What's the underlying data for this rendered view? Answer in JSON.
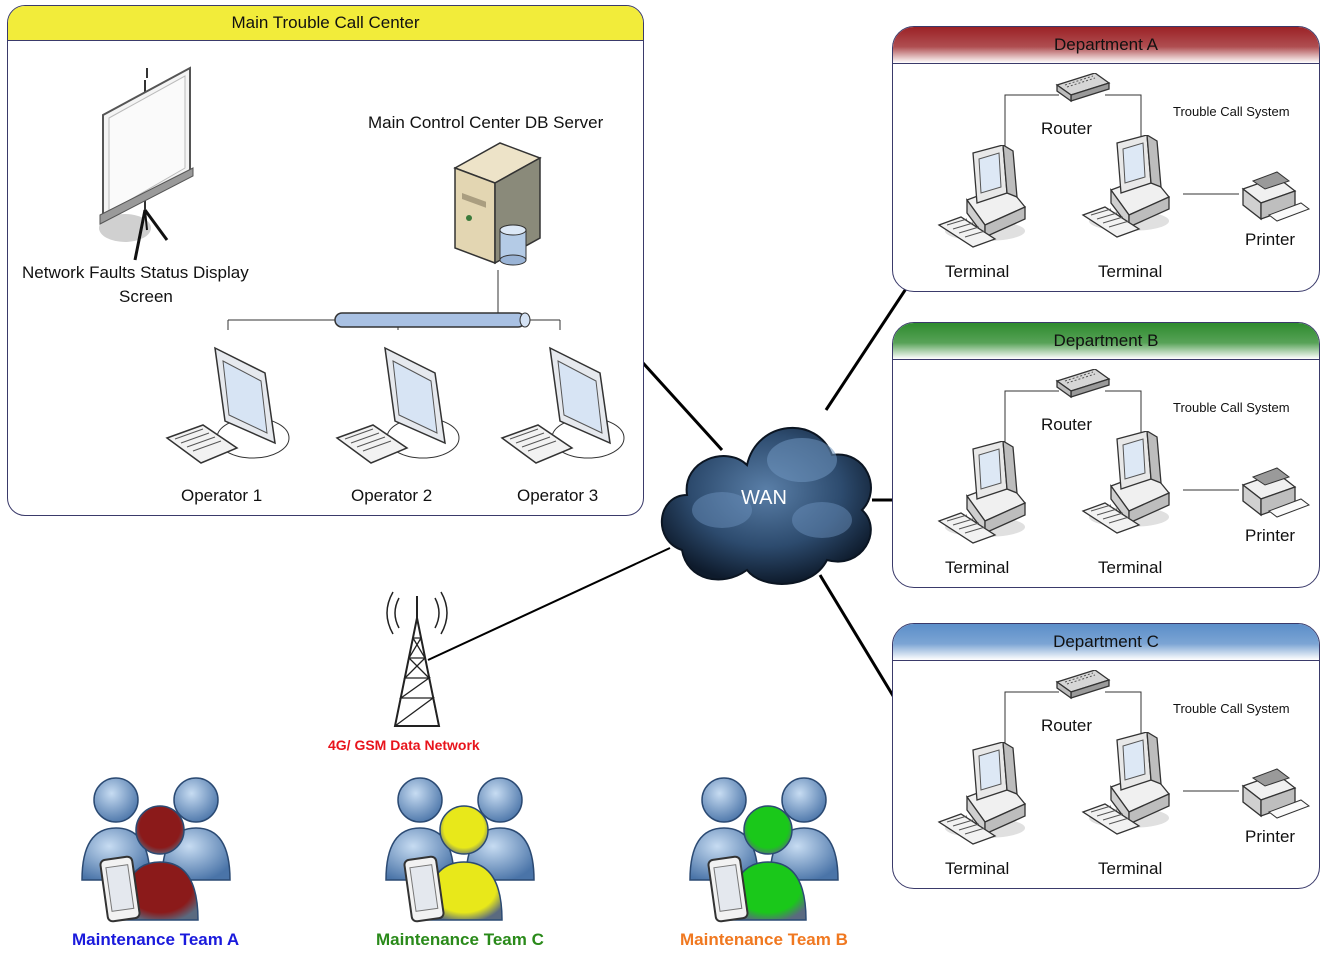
{
  "main_center": {
    "title": "Main Trouble Call Center",
    "header_color": "#f2ec3a",
    "display_label_line1": "Network Faults Status Display",
    "display_label_line2": "Screen",
    "server_label": "Main Control Center DB Server",
    "operators": [
      "Operator 1",
      "Operator 2",
      "Operator 3"
    ]
  },
  "wan": {
    "label": "WAN"
  },
  "departments": [
    {
      "title": "Department A",
      "header_color": "#9b2226",
      "router_label": "Router",
      "system_label": "Trouble Call System",
      "terminal1": "Terminal",
      "terminal2": "Terminal",
      "printer": "Printer"
    },
    {
      "title": "Department B",
      "header_color": "#2e8b2e",
      "router_label": "Router",
      "system_label": "Trouble Call System",
      "terminal1": "Terminal",
      "terminal2": "Terminal",
      "printer": "Printer"
    },
    {
      "title": "Department C",
      "header_color": "#5b8ec9",
      "router_label": "Router",
      "system_label": "Trouble Call System",
      "terminal1": "Terminal",
      "terminal2": "Terminal",
      "printer": "Printer"
    }
  ],
  "cell_tower": {
    "label": "4G/ GSM Data Network",
    "label_color": "#e8141c"
  },
  "teams": [
    {
      "label": "Maintenance Team A",
      "color": "#1a1adc",
      "highlight": "#8b1a1a"
    },
    {
      "label": "Maintenance Team C",
      "color": "#2a8a1a",
      "highlight": "#e8e81a"
    },
    {
      "label": "Maintenance Team B",
      "color": "#f07820",
      "highlight": "#1ac81a"
    }
  ]
}
